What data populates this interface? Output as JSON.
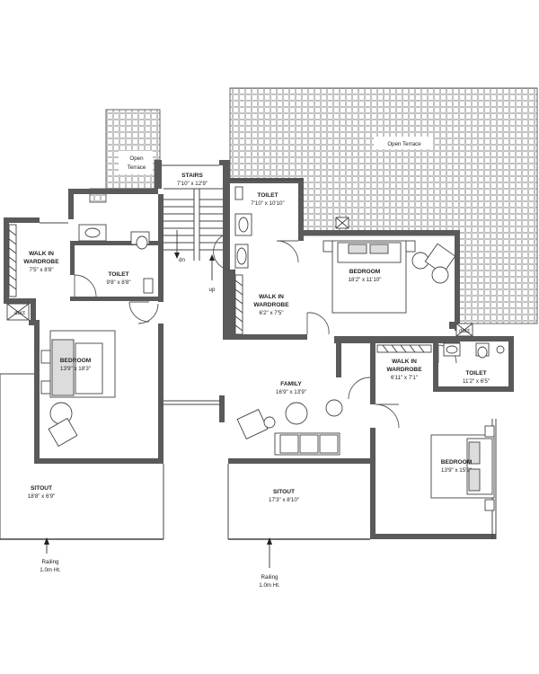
{
  "rooms": {
    "open_terrace_left": {
      "line1": "Open",
      "line2": "Terrace"
    },
    "open_terrace_right": {
      "title": "Open Terrace"
    },
    "stairs": {
      "title": "STAIRS",
      "dim": "7'10\" x 12'9\"",
      "dn": "dn",
      "up": "up"
    },
    "toilet_top": {
      "title": "TOILET",
      "dim": "7'10\" x 10'10\""
    },
    "walk_in_left": {
      "line1": "WALK IN",
      "line2": "WARDROBE",
      "dim": "7'5\" x 8'8\""
    },
    "toilet_left": {
      "title": "TOILET",
      "dim": "9'8\" x 8'8\""
    },
    "bedroom_left": {
      "title": "BEDROOM",
      "dim": "13'9\" x 18'3\""
    },
    "bedroom_top": {
      "title": "BEDROOM",
      "dim": "18'2\" x 11'10\""
    },
    "walk_in_center": {
      "line1": "WALK IN",
      "line2": "WARDROBE",
      "dim": "6'2\" x 7'5\""
    },
    "family": {
      "title": "FAMILY",
      "dim": "16'9\" x 13'9\""
    },
    "walk_in_right": {
      "line1": "WALK IN",
      "line2": "WARDROBE",
      "dim": "6'11\" x 7'1\""
    },
    "toilet_right": {
      "title": "TOILET",
      "dim": "11'2\" x 6'5\""
    },
    "bedroom_right": {
      "title": "BEDROOM",
      "dim": "13'9\" x 15'9\""
    },
    "sitout_left": {
      "title": "SITOUT",
      "dim": "18'8\" x 6'9\""
    },
    "sitout_center": {
      "title": "SITOUT",
      "dim": "17'3\" x 8'10\""
    }
  },
  "ducts": {
    "left": "duct",
    "right": "duct"
  },
  "railing_left": {
    "line1": "Railing",
    "line2": "1.0m Ht."
  },
  "railing_center": {
    "line1": "Railing",
    "line2": "1.0m Ht."
  }
}
